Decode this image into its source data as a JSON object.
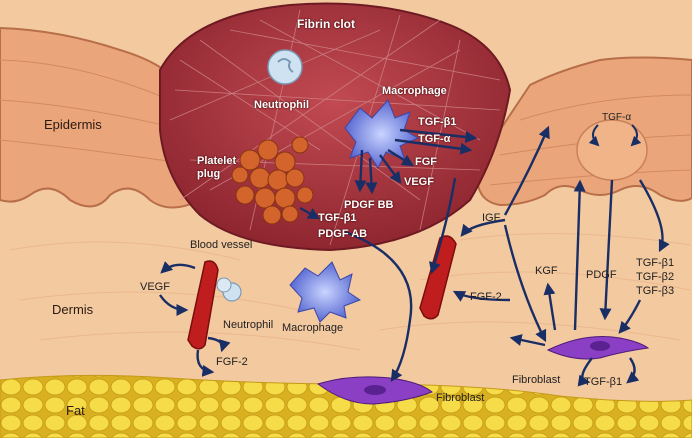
{
  "colors": {
    "dermis": "#f3c9a0",
    "epidermis": "#e9a77a",
    "clot": "#a8323a",
    "fat": "#f2d23a",
    "vessel": "#b51c1c",
    "macrophage": "#5f6fd8",
    "fibroblast": "#7a33b5",
    "arrow": "#1a2e66"
  },
  "labels": {
    "fibrin_clot": "Fibrin clot",
    "neutrophil_clot": "Neutrophil",
    "macrophage_clot": "Macrophage",
    "epidermis": "Epidermis",
    "platelet_plug_line1": "Platelet",
    "platelet_plug_line2": "plug",
    "tgfb1_clot": "TGF-β1",
    "tgfa_clot": "TGF-α",
    "fgf_clot": "FGF",
    "vegf_clot": "VEGF",
    "pdgf_bb": "PDGF BB",
    "tgfb1_platelet": "TGF-β1",
    "pdgf_ab": "PDGF AB",
    "igf": "IGF",
    "tgfa_epi": "TGF-α",
    "blood_vessel": "Blood vessel",
    "vegf_left": "VEGF",
    "dermis": "Dermis",
    "neutrophil_dermis": "Neutrophil",
    "macrophage_dermis": "Macrophage",
    "fgf2_left": "FGF-2",
    "kgf": "KGF",
    "pdgf_right": "PDGF",
    "tgfb1_right": "TGF-β1",
    "tgfb2_right": "TGF-β2",
    "tgfb3_right": "TGF-β3",
    "fgf2_right": "FGF-2",
    "fibroblast_right": "Fibroblast",
    "tgfb1_bottom": "TGF-β1",
    "fibroblast_bottom": "Fibroblast",
    "fat": "Fat"
  }
}
